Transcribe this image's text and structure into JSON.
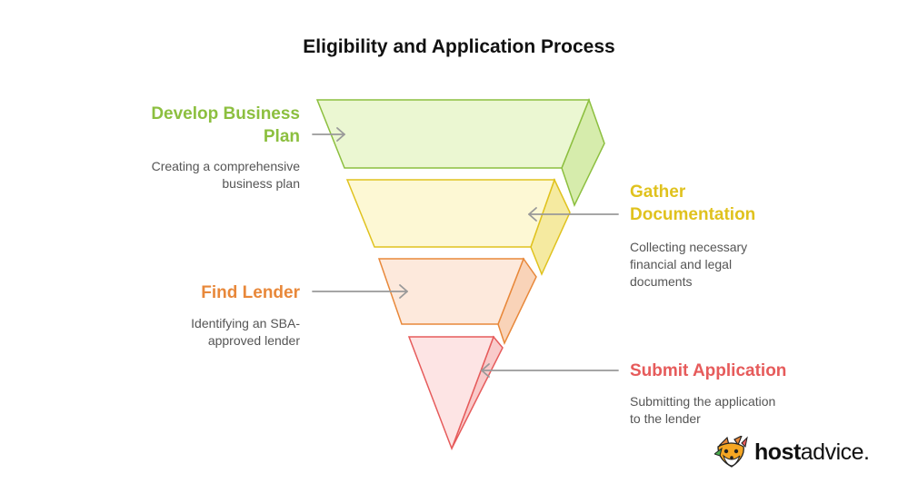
{
  "title": "Eligibility and Application Process",
  "stages": [
    {
      "heading_lines": [
        "Develop Business",
        "Plan"
      ],
      "description_lines": [
        "Creating a comprehensive",
        "business plan"
      ],
      "color": "#8cbf3f",
      "fill": "#ebf7d2"
    },
    {
      "heading_lines": [
        "Gather",
        "Documentation"
      ],
      "description_lines": [
        "Collecting necessary",
        "financial and legal",
        "documents"
      ],
      "color": "#e0c21e",
      "fill": "#fdf8d4"
    },
    {
      "heading_lines": [
        "Find Lender"
      ],
      "description_lines": [
        "Identifying an SBA-",
        "approved lender"
      ],
      "color": "#e8883a",
      "fill": "#fde9dc"
    },
    {
      "heading_lines": [
        "Submit Application"
      ],
      "description_lines": [
        "Submitting the application",
        "to the lender"
      ],
      "color": "#e65b5b",
      "fill": "#fde4e4"
    }
  ],
  "logo": {
    "bold_part": "host",
    "regular_part": "advice.",
    "icon": "fox-mascot-icon"
  }
}
